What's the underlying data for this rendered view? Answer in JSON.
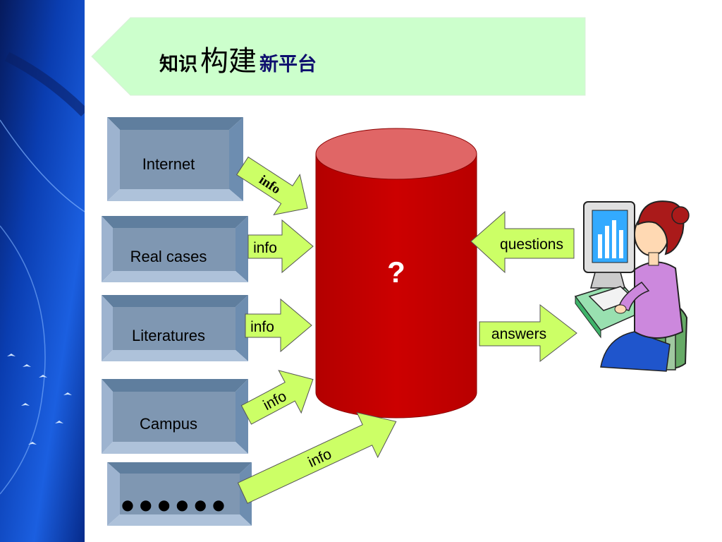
{
  "title": {
    "part1": "知识",
    "part2": "构建",
    "part3": "新平台"
  },
  "sources": [
    {
      "label": "Internet",
      "arrow_label": "info"
    },
    {
      "label": "Real cases",
      "arrow_label": "info"
    },
    {
      "label": "Literatures",
      "arrow_label": "info"
    },
    {
      "label": "Campus",
      "arrow_label": "info"
    },
    {
      "label": "● ● ● ● ● ●",
      "arrow_label": "info"
    }
  ],
  "center": {
    "label": "?"
  },
  "user_flow": {
    "questions_label": "questions",
    "answers_label": "answers"
  },
  "colors": {
    "title_banner": "#ccffcc",
    "arrow_fill": "#ccff66",
    "cylinder_body": "#cc0000",
    "cylinder_top": "#e06666",
    "box_face": "#7f97b2",
    "box_bevel": "#9db3cf",
    "left_band": "#0b3fae"
  }
}
